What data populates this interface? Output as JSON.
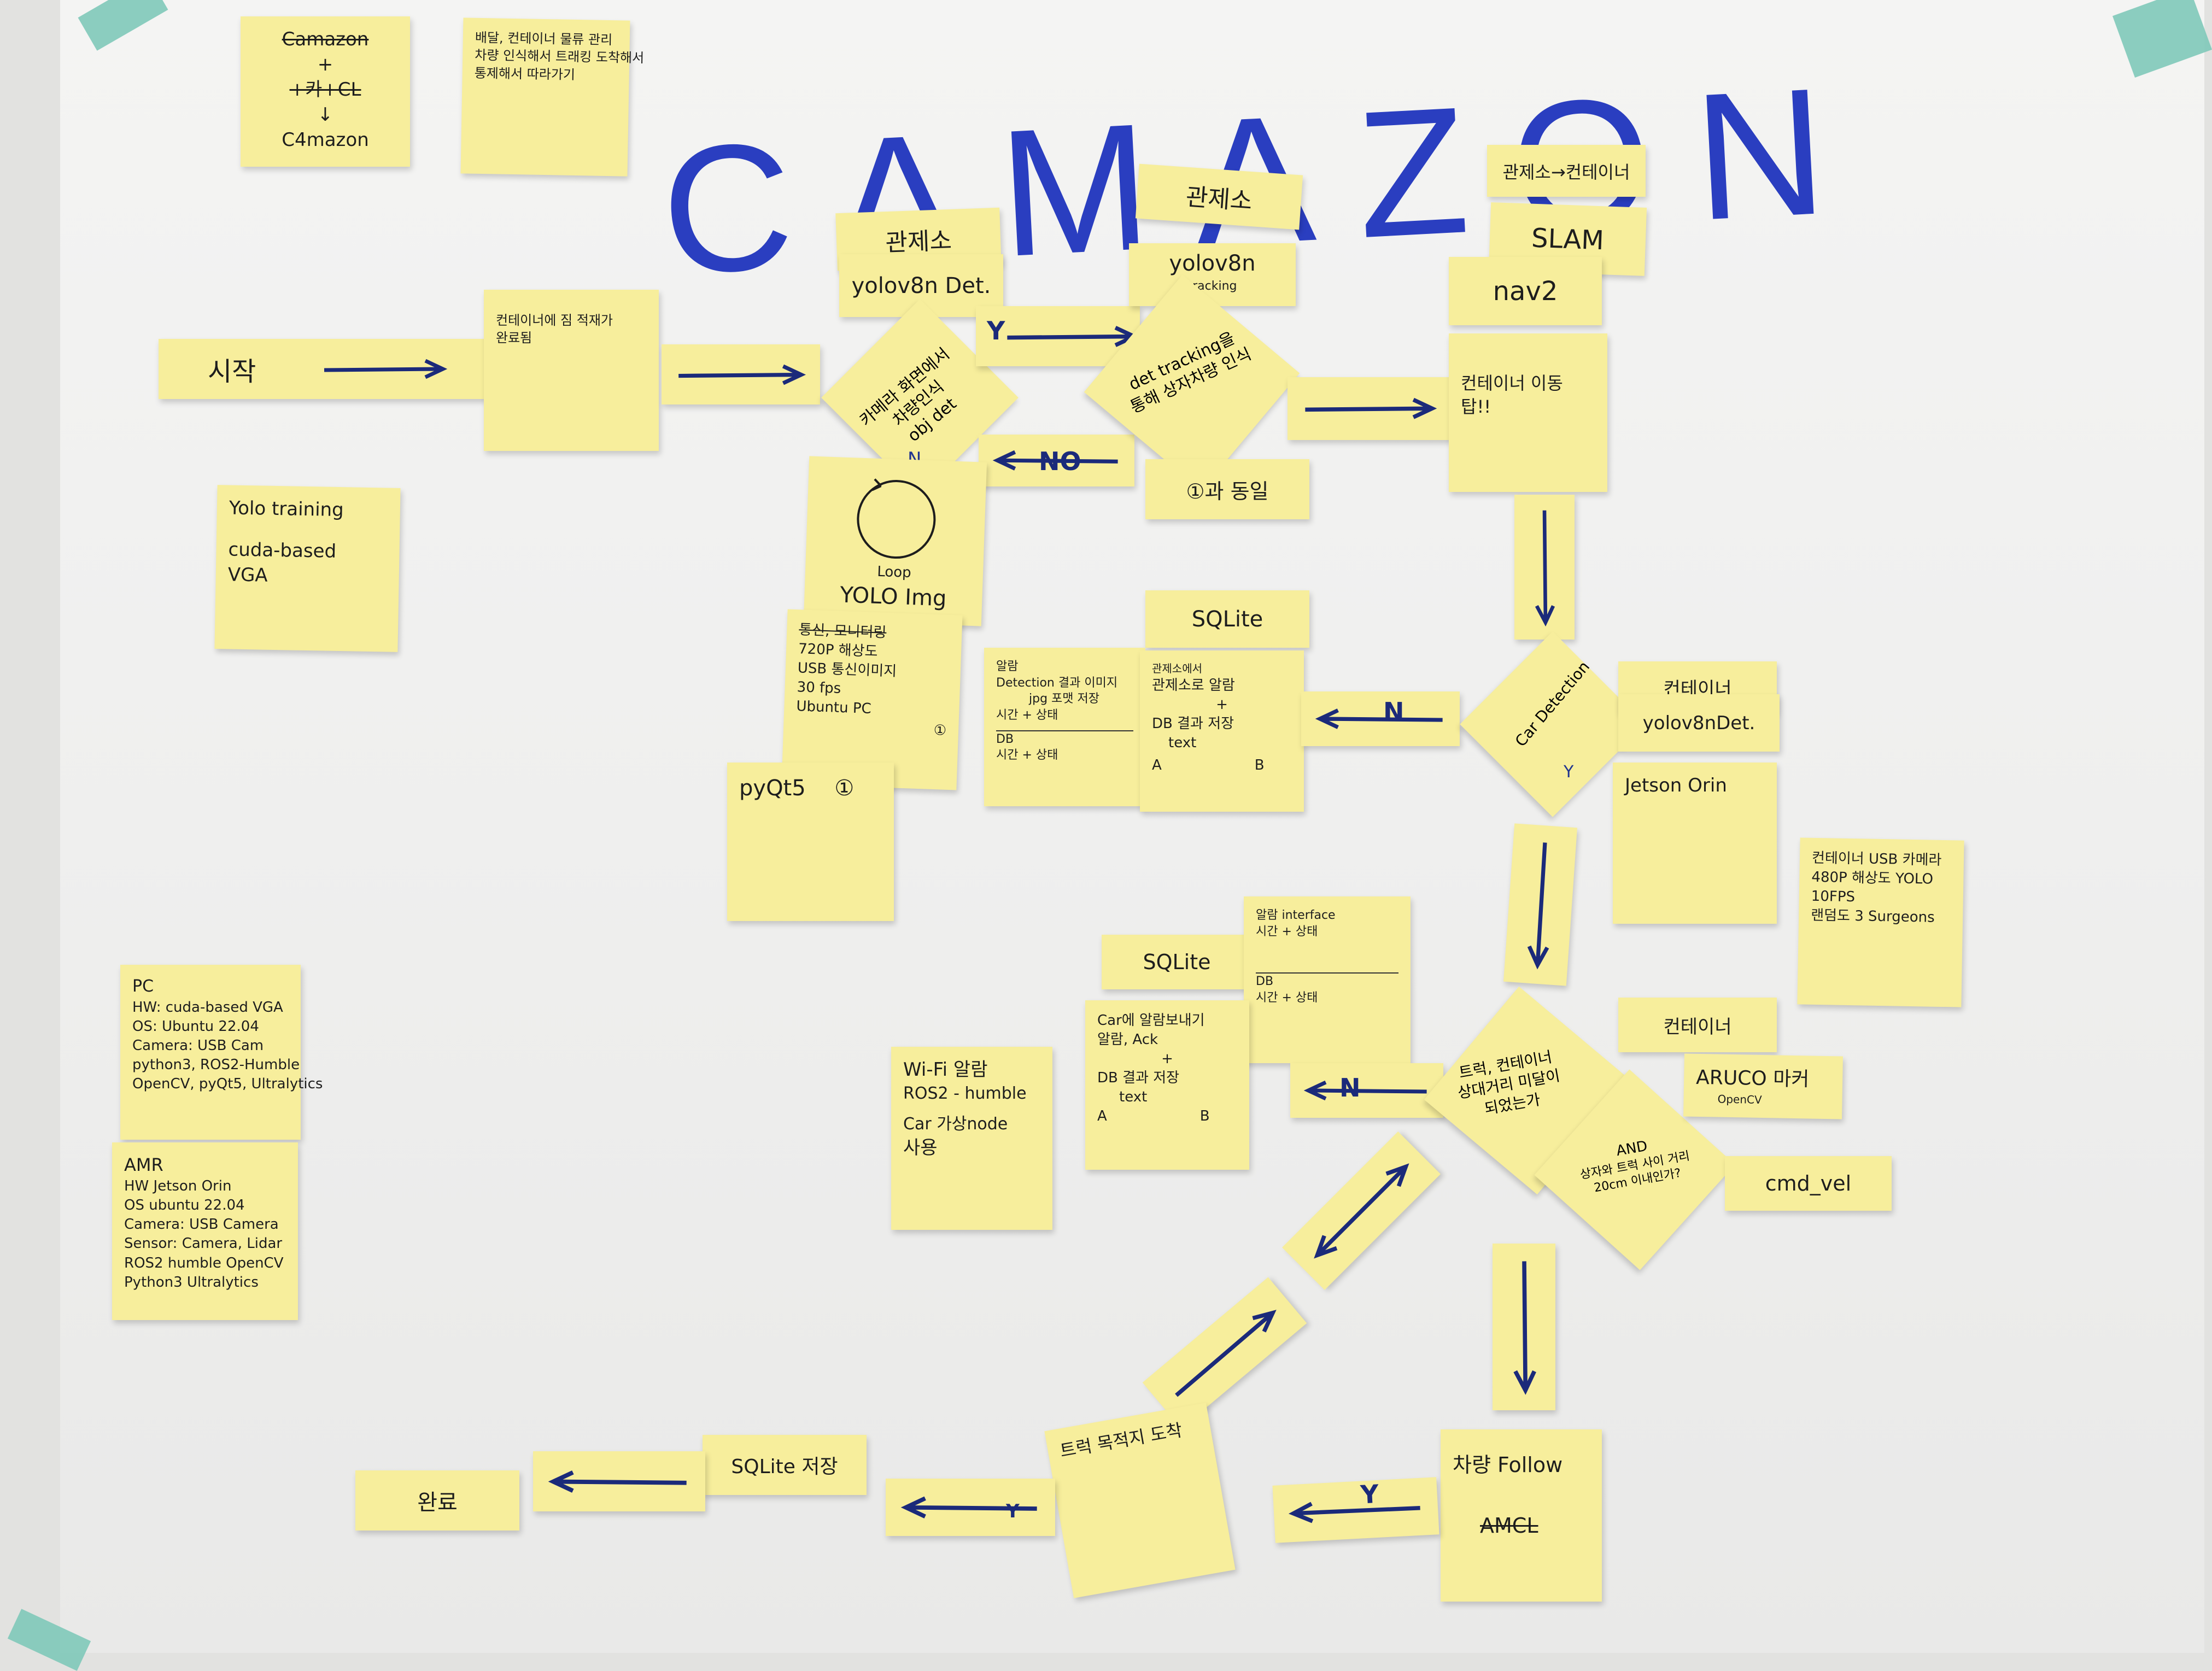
{
  "title": "CAMAZON",
  "colors": {
    "sticky": "#f7ee9c",
    "marker_blue": "#2a3ec0",
    "tape": "#7fc9b9",
    "paper": "#f2f2f1"
  },
  "notes": {
    "name_options": {
      "crossed1": "Camazon",
      "plus": "+",
      "crossed2": "+카+CL",
      "arrow": "↓",
      "final": "C4mazon"
    },
    "concept": {
      "line1": "배달, 컨테이너 물류 관리",
      "line2": "차량 인식해서 트래킹 도착해서",
      "line3": "통제해서 따라가기"
    },
    "yolo_training": {
      "line1": "Yolo training",
      "line2": "cuda-based",
      "line3": "VGA"
    },
    "start": "시작",
    "container_arrived": {
      "line1": "컨테이너에 짐 적재가",
      "line2": "완료됨"
    },
    "control_tower_1": "관제소",
    "yolov8n_det_1": "yolov8n Det.",
    "car_detect_diamond": {
      "line1": "카메라 화면에서",
      "line2": "차량인식",
      "line3": "obj det"
    },
    "diamond_y": "Y",
    "diamond_n": "N",
    "control_tower_2": "관제소",
    "yolov8n_tracking": {
      "line1": "yolov8n",
      "line2": "tracking"
    },
    "tracking_diamond": {
      "line1": "det tracking을",
      "line2": "통해 상자차량 인식"
    },
    "same_as_1": "①과 동일",
    "no_label": "NO",
    "to_container": "관제소→컨테이너",
    "slam": "SLAM",
    "nav2": "nav2",
    "container_move": {
      "line1": "컨테이너 이동",
      "line2": "탑!!"
    },
    "loop": {
      "line1": "Loop",
      "line2": "YOLO Img"
    },
    "pc_specs": {
      "line1": "통신, 모니터링",
      "line2": "720P 해상도",
      "line3": "USB 통신이미지",
      "line4": "30 fps",
      "line5": "Ubuntu PC",
      "badge": "①"
    },
    "pyqt5": {
      "label": "pyQt5",
      "badge": "①"
    },
    "sqlite_1": "SQLite",
    "alert_db": {
      "line1": "알람",
      "line2": "Detection 결과 이미지",
      "line3": "jpg 포맷 저장",
      "line4": "시간 + 상태",
      "line5": "DB",
      "line6": "시간 + 상태"
    },
    "control_alert": {
      "line1": "관제소에서",
      "line2": "관제소로 알람",
      "line3": "+",
      "line4": "DB 결과 저장",
      "line5": "text",
      "a": "A",
      "b": "B"
    },
    "car_detection": {
      "line1": "Car Detection",
      "y": "Y",
      "n": "N"
    },
    "container_label": "컨테이너",
    "yolov8n_det_2": "yolov8nDet.",
    "jetson": "Jetson Orin",
    "container_spec": {
      "line1": "컨테이너 USB 카메라",
      "line2": "480P 해상도 YOLO",
      "line3": "10FPS",
      "line4": "랜덤도 3 Surgeons"
    },
    "sqlite_2": "SQLite",
    "alert_interface": {
      "line1": "알람 interface",
      "line2": "시간 + 상태",
      "line3": "DB",
      "line4": "시간 + 상태"
    },
    "car_alert": {
      "line1": "Car에 알람보내기",
      "line2": "알람, Ack",
      "line3": "+",
      "line4": "DB 결과 저장",
      "line5": "text",
      "a": "A",
      "b": "B"
    },
    "wifi": {
      "line1": "Wi-Fi 알람",
      "line2": "ROS2 - humble",
      "line3": "Car 가상node",
      "line4": "사용"
    },
    "truck_diamond": {
      "line1": "트럭, 컨테이너",
      "line2": "상대거리 미달이",
      "line3": "되었는가",
      "and": "AND"
    },
    "container_2": "컨테이너",
    "aruco": {
      "line1": "ARUCO 마커",
      "line2": "OpenCV"
    },
    "cmd_vel": "cmd_vel",
    "distance_diamond": {
      "line1": "상자와 트럭 사이 거리",
      "line2": "20cm 이내인가?"
    },
    "pc_box": {
      "line1": "PC",
      "line2": "HW: cuda-based VGA",
      "line3": "OS: Ubuntu 22.04",
      "line4": "Camera: USB Cam",
      "line5": "python3, ROS2-Humble",
      "line6": "OpenCV, pyQt5, Ultralytics"
    },
    "amr_box": {
      "line1": "AMR",
      "line2": "HW Jetson Orin",
      "line3": "OS ubuntu 22.04",
      "line4": "Camera: USB Camera",
      "line5": "Sensor: Camera, Lidar",
      "line6": "ROS2 humble OpenCV",
      "line7": "Python3 Ultralytics"
    },
    "follow": {
      "line1": "차량 Follow",
      "crossed": "AMCL"
    },
    "follow_y": "Y",
    "arrival": {
      "line1": "트럭 목적지 도착",
      "line2": "Y"
    },
    "save_sqlite": "SQLite 저장",
    "done": "완료"
  }
}
